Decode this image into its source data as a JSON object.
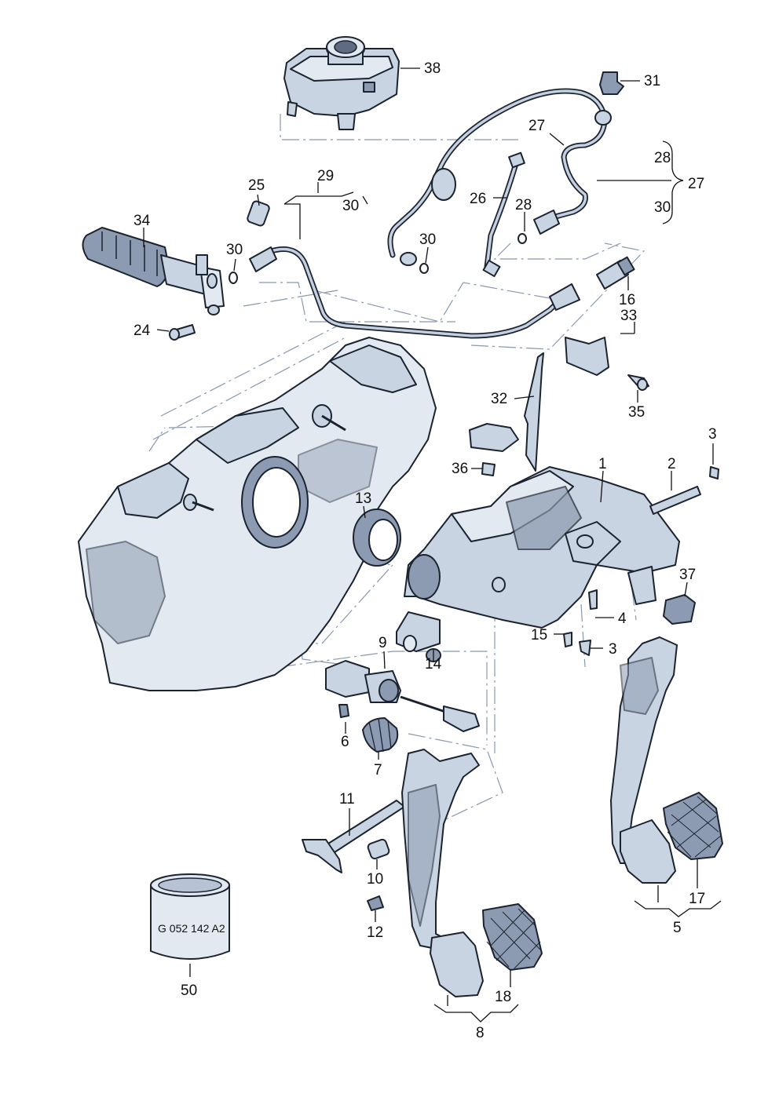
{
  "diagram": {
    "callouts": {
      "c1": "1",
      "c2": "2",
      "c3a": "3",
      "c3b": "3",
      "c4": "4",
      "c5": "5",
      "c6": "6",
      "c7": "7",
      "c8": "8",
      "c9": "9",
      "c10": "10",
      "c11": "11",
      "c12": "12",
      "c13": "13",
      "c14": "14",
      "c15": "15",
      "c16": "16",
      "c17": "17",
      "c18": "18",
      "c24": "24",
      "c25": "25",
      "c26": "26",
      "c27a": "27",
      "c27b": "27",
      "c28a": "28",
      "c28b": "28",
      "c29": "29",
      "c30a": "30",
      "c30b": "30",
      "c30c": "30",
      "c30d": "30",
      "c31": "31",
      "c32": "32",
      "c33": "33",
      "c34": "34",
      "c35": "35",
      "c36": "36",
      "c37": "37",
      "c38": "38",
      "c50": "50"
    },
    "grease_label": "G 052 142 A2"
  }
}
